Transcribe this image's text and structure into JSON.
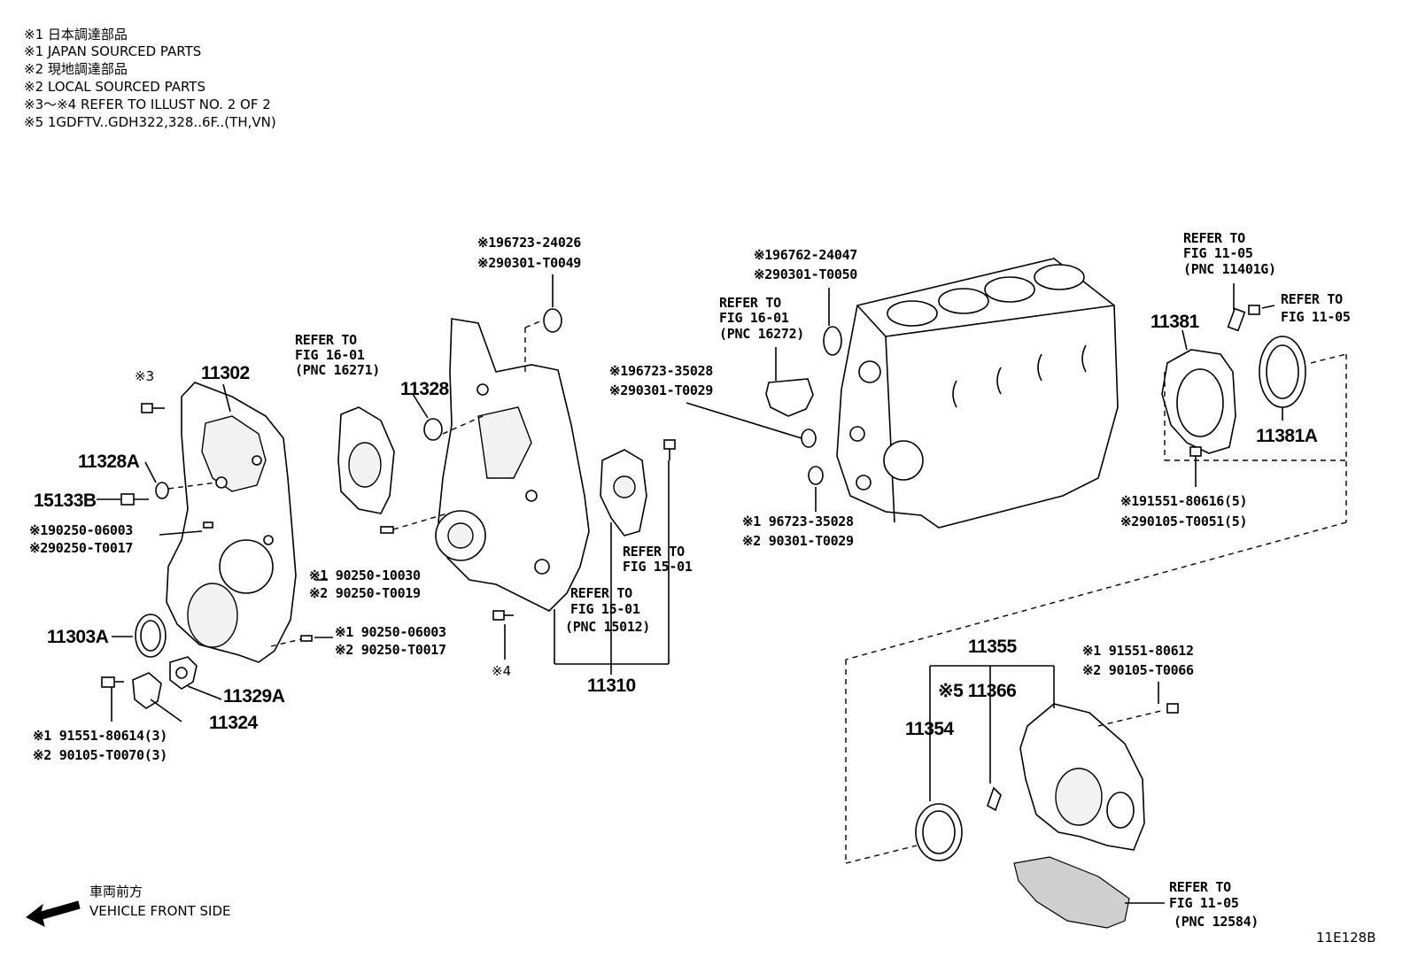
{
  "notes": [
    "※1  日本調達部品",
    "※1  JAPAN SOURCED PARTS",
    "※2  現地調達部品",
    "※2  LOCAL SOURCED PARTS",
    "※3～※4  REFER TO ILLUST NO. 2 OF 2",
    "※5 1GDFTV..GDH322,328..6F..(TH,VN)"
  ],
  "part_numbers": {
    "p11302": "11302",
    "p11328A": "11328A",
    "p15133B": "15133B",
    "p11303A": "11303A",
    "p11329A": "11329A",
    "p11324": "11324",
    "p11328": "11328",
    "p11310": "11310",
    "p11381": "11381",
    "p11381A": "11381A",
    "p11355": "11355",
    "p11366": "※5 11366",
    "p11354": "11354"
  },
  "callouts": {
    "c3": "※3",
    "c4": "※4",
    "g1a": "※190250-06003",
    "g1b": "※290250-T0017",
    "g2a": "※1 90250-10030",
    "g2b": "※2 90250-T0019",
    "g3a": "※1 90250-06003",
    "g3b": "※2 90250-T0017",
    "g4a": "※1 91551-80614(3)",
    "g4b": "※2 90105-T0070(3)",
    "g5a": "※196723-24026",
    "g5b": "※290301-T0049",
    "g6a": "※196762-24047",
    "g6b": "※290301-T0050",
    "g7a": "※196723-35028",
    "g7b": "※290301-T0029",
    "g8a": "※1 96723-35028",
    "g8b": "※2 90301-T0029",
    "g9a": "※191551-80616(5)",
    "g9b": "※290105-T0051(5)",
    "g10a": "※1 91551-80612",
    "g10b": "※2 90105-T0066"
  },
  "references": {
    "r1": [
      "REFER TO",
      "FIG 16-01",
      "(PNC 16271)"
    ],
    "r2": [
      "REFER TO",
      "FIG 16-01",
      "(PNC 16272)"
    ],
    "r3": [
      "REFER TO",
      "FIG 15-01"
    ],
    "r4": [
      "REFER TO",
      "FIG 15-01",
      "(PNC 15012)"
    ],
    "r5": [
      "REFER TO",
      "FIG 11-05",
      "(PNC 11401G)"
    ],
    "r6": [
      "REFER TO",
      "FIG 11-05"
    ],
    "r7": [
      "REFER TO",
      "FIG 11-05",
      "(PNC 12584)"
    ]
  },
  "direction": {
    "jp": "車両前方",
    "en": "VEHICLE FRONT SIDE"
  },
  "illustration_id": "11E128B"
}
